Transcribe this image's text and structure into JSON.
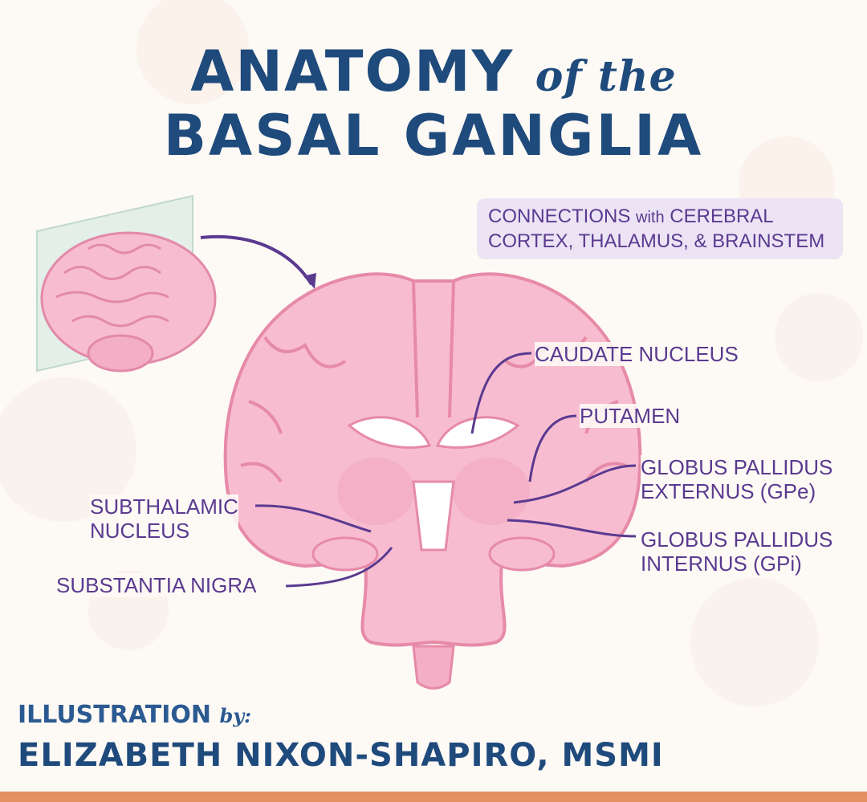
{
  "title": {
    "line1": "ANATOMY",
    "line1_small": "of the",
    "line2": "BASAL GANGLIA"
  },
  "connections": {
    "part1": "CONNECTIONS",
    "with": "with",
    "part2": "CEREBRAL",
    "line2": "CORTEX, THALAMUS, & BRAINSTEM"
  },
  "labels": {
    "caudate": "CAUDATE NUCLEUS",
    "putamen": "PUTAMEN",
    "gpe": "GLOBUS PALLIDUS\nEXTERNUS (GPe)",
    "gpi": "GLOBUS PALLIDUS\nINTERNUS (GPi)",
    "subthalamic": "SUBTHALAMIC\nNUCLEUS",
    "substantia": "SUBSTANTIA NIGRA"
  },
  "credit": {
    "line1": "ILLUSTRATION",
    "by": "by:",
    "name": "ELIZABETH NIXON-SHAPIRO, MSMI"
  },
  "colors": {
    "title": "#1f4a7c",
    "label": "#5a3a90",
    "brain": "#f4b4c8",
    "brain_dark": "#e68aa8",
    "accent_bar": "#e3915f"
  }
}
